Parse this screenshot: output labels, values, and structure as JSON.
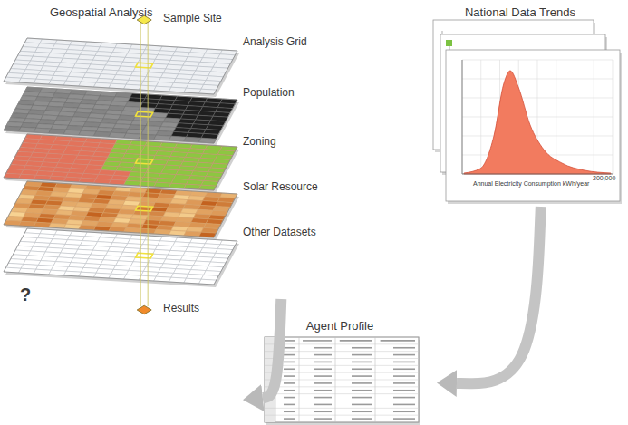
{
  "diagram": {
    "nodes": [
      {
        "text": [
          "Geospatial Analysis"
        ]
      },
      {
        "text": [
          "National Data Trends"
        ]
      },
      {
        "text": [
          "Agent Profile"
        ]
      }
    ],
    "edges": [
      {
        "from": 0,
        "to": 2,
        "arrow": "to"
      },
      {
        "from": 1,
        "to": 2,
        "arrow": "to"
      }
    ],
    "labels": [
      "Sample Site",
      "Analysis Grid",
      "Population",
      "Zoning",
      "Solar Resource",
      "Other Datasets",
      "?",
      "Results",
      "Annual Electricity Consumption kWh/year",
      "200,000"
    ]
  }
}
